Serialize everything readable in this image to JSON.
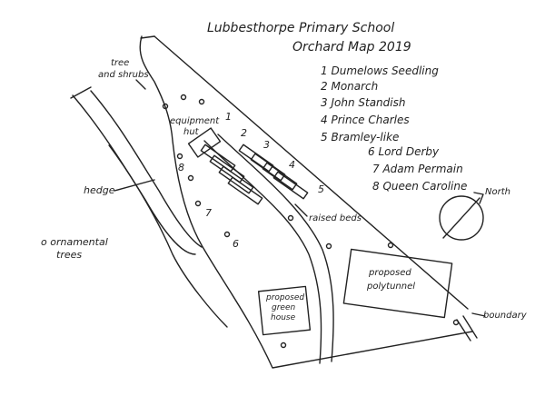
{
  "title": {
    "line1": "Lubbesthorpe Primary School",
    "line2": "Orchard Map 2019"
  },
  "legend": [
    {
      "num": "1",
      "name": "Dumelows Seedling"
    },
    {
      "num": "2",
      "name": "Monarch"
    },
    {
      "num": "3",
      "name": "John Standish"
    },
    {
      "num": "4",
      "name": "Prince Charles"
    },
    {
      "num": "5",
      "name": "Bramley-like"
    },
    {
      "num": "6",
      "name": "Lord Derby"
    },
    {
      "num": "7",
      "name": "Adam Permain"
    },
    {
      "num": "8",
      "name": "Queen Caroline"
    }
  ],
  "labels": {
    "trees_shrubs_1": "tree",
    "trees_shrubs_2": "and shrubs",
    "equipment_1": "equipment",
    "equipment_2": "hut",
    "hedge": "hedge",
    "ornamental_1": "o ornamental",
    "ornamental_2": "trees",
    "raised_beds": "raised beds",
    "polytunnel_1": "proposed",
    "polytunnel_2": "polytunnel",
    "greenhouse_1": "proposed",
    "greenhouse_2": "green",
    "greenhouse_3": "house",
    "boundary": "boundary",
    "north": "North"
  },
  "tree_numbers": [
    "1",
    "2",
    "3",
    "4",
    "5",
    "6",
    "7",
    "8"
  ]
}
